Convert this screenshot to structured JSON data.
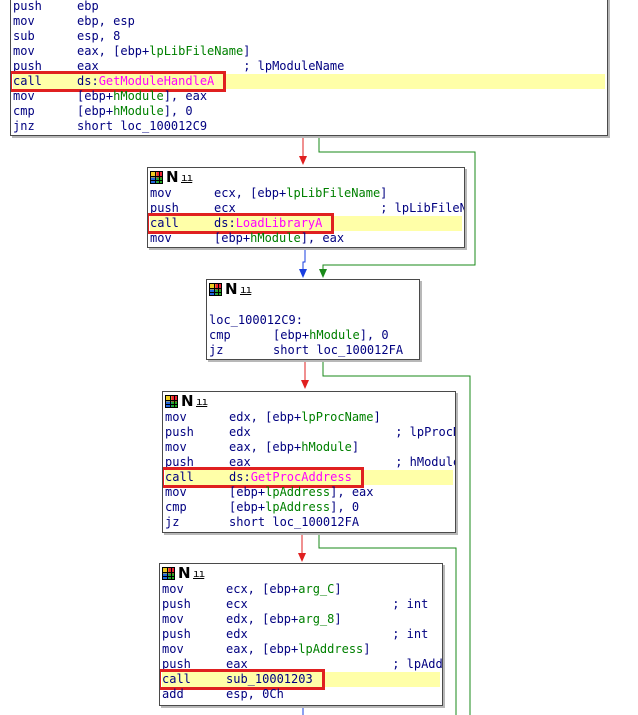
{
  "colors": {
    "edge_true": "#e02020",
    "edge_false": "#1a8a1a",
    "edge_uncond": "#1a3fe0",
    "highlight_box": "#e02020",
    "api_name": "#ff00ff",
    "symbol": "#008000"
  },
  "header_icons": [
    "graph-grid-icon",
    "n-names-icon",
    "lu-xrefs-icon"
  ],
  "blocks": [
    {
      "id": "block-1",
      "lines": [
        {
          "mn": "push",
          "op": "ebp"
        },
        {
          "mn": "mov",
          "op": "ebp, esp"
        },
        {
          "mn": "sub",
          "op": "esp, 8"
        },
        {
          "mn": "mov",
          "pre": "eax, [ebp+",
          "sym": "lpLibFileName",
          "post": "]"
        },
        {
          "mn": "push",
          "op": "eax",
          "cmt": "; lpModuleName"
        },
        {
          "mn": "call",
          "pre": "ds:",
          "api": "GetModuleHandleA",
          "hl": true
        },
        {
          "mn": "mov",
          "pre": "[ebp+",
          "sym": "hModule",
          "post": "], eax"
        },
        {
          "mn": "cmp",
          "pre": "[ebp+",
          "sym": "hModule",
          "post": "], 0"
        },
        {
          "mn": "jnz",
          "op": "short loc_100012C9"
        }
      ]
    },
    {
      "id": "block-2",
      "lines": [
        {
          "mn": "mov",
          "pre": "ecx, [ebp+",
          "sym": "lpLibFileName",
          "post": "]"
        },
        {
          "mn": "push",
          "op": "ecx",
          "cmt": "; lpLibFileName"
        },
        {
          "mn": "call",
          "pre": "ds:",
          "api": "LoadLibraryA",
          "hl": true
        },
        {
          "mn": "mov",
          "pre": "[ebp+",
          "sym": "hModule",
          "post": "], eax"
        }
      ]
    },
    {
      "id": "block-3",
      "lines": [
        {
          "blank": true
        },
        {
          "label": "loc_100012C9:"
        },
        {
          "mn": "cmp",
          "pre": "[ebp+",
          "sym": "hModule",
          "post": "], 0"
        },
        {
          "mn": "jz",
          "op": "short loc_100012FA"
        }
      ]
    },
    {
      "id": "block-4",
      "lines": [
        {
          "mn": "mov",
          "pre": "edx, [ebp+",
          "sym": "lpProcName",
          "post": "]"
        },
        {
          "mn": "push",
          "op": "edx",
          "cmt": "; lpProcName"
        },
        {
          "mn": "mov",
          "pre": "eax, [ebp+",
          "sym": "hModule",
          "post": "]"
        },
        {
          "mn": "push",
          "op": "eax",
          "cmt": "; hModule"
        },
        {
          "mn": "call",
          "pre": "ds:",
          "api": "GetProcAddress",
          "hl": true
        },
        {
          "mn": "mov",
          "pre": "[ebp+",
          "sym": "lpAddress",
          "post": "], eax"
        },
        {
          "mn": "cmp",
          "pre": "[ebp+",
          "sym": "lpAddress",
          "post": "], 0"
        },
        {
          "mn": "jz",
          "op": "short loc_100012FA"
        }
      ]
    },
    {
      "id": "block-5",
      "lines": [
        {
          "mn": "mov",
          "pre": "ecx, [ebp+",
          "sym": "arg_C",
          "post": "]"
        },
        {
          "mn": "push",
          "op": "ecx",
          "cmt": "; int"
        },
        {
          "mn": "mov",
          "pre": "edx, [ebp+",
          "sym": "arg_8",
          "post": "]"
        },
        {
          "mn": "push",
          "op": "edx",
          "cmt": "; int"
        },
        {
          "mn": "mov",
          "pre": "eax, [ebp+",
          "sym": "lpAddress",
          "post": "]"
        },
        {
          "mn": "push",
          "op": "eax",
          "cmt": "; lpAddress"
        },
        {
          "mn": "call",
          "op": "sub_10001203",
          "hl": true
        },
        {
          "mn": "add",
          "op": "esp, 0Ch"
        }
      ]
    }
  ]
}
